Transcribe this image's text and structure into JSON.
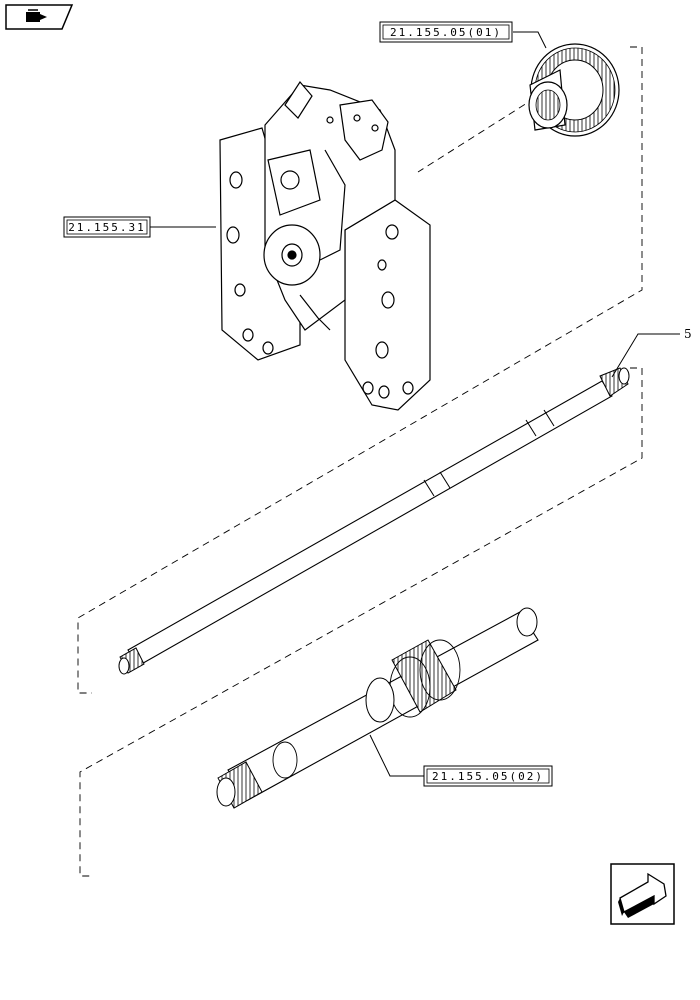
{
  "references": {
    "gear_top": "21.155.05(01)",
    "housing": "21.155.31",
    "shaft_lower": "21.155.05(02)"
  },
  "items": {
    "shaft_long": "5"
  },
  "icons": {
    "top_left": "book-icon",
    "bottom_right": "next-page-arrow-icon"
  },
  "colors": {
    "line": "#000000",
    "background": "#ffffff"
  }
}
